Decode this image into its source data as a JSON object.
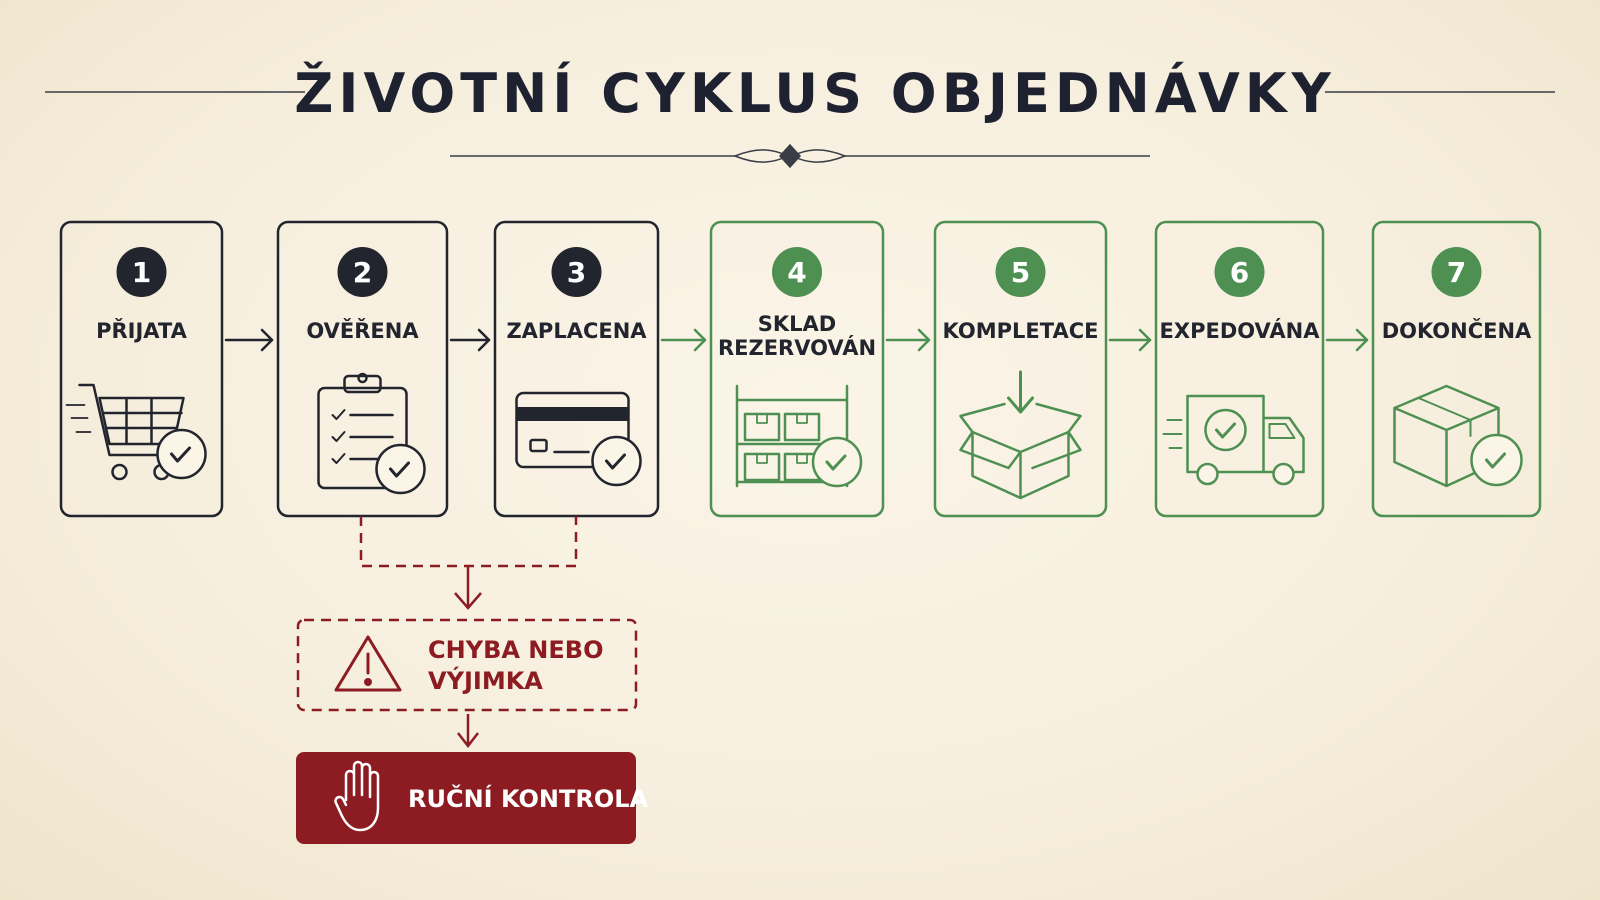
{
  "title": "ŽIVOTNÍ CYKLUS OBJEDNÁVKY",
  "colors": {
    "dark": "#22252e",
    "green": "#4e8f52",
    "red": "#8c1c22",
    "background": "#f7efdf"
  },
  "steps": [
    {
      "number": "1",
      "label_lines": [
        "PŘIJATA"
      ],
      "icon": "shopping-cart-check-icon",
      "status": "pending"
    },
    {
      "number": "2",
      "label_lines": [
        "OVĚŘENA"
      ],
      "icon": "clipboard-checklist-icon",
      "status": "pending"
    },
    {
      "number": "3",
      "label_lines": [
        "ZAPLACENA"
      ],
      "icon": "credit-card-check-icon",
      "status": "pending"
    },
    {
      "number": "4",
      "label_lines": [
        "SKLAD",
        "REZERVOVÁN"
      ],
      "icon": "warehouse-shelf-check-icon",
      "status": "done"
    },
    {
      "number": "5",
      "label_lines": [
        "KOMPLETACE"
      ],
      "icon": "open-box-arrow-icon",
      "status": "done"
    },
    {
      "number": "6",
      "label_lines": [
        "EXPEDOVÁNA"
      ],
      "icon": "delivery-truck-check-icon",
      "status": "done"
    },
    {
      "number": "7",
      "label_lines": [
        "DOKONČENA"
      ],
      "icon": "closed-box-check-icon",
      "status": "done"
    }
  ],
  "exception": {
    "label_lines": [
      "CHYBA NEBO",
      "VÝJIMKA"
    ],
    "icon": "warning-triangle-icon",
    "branch_from_steps": [
      "2",
      "3"
    ]
  },
  "manual_review": {
    "label": "RUČNÍ KONTROLA",
    "icon": "hand-stop-icon"
  }
}
